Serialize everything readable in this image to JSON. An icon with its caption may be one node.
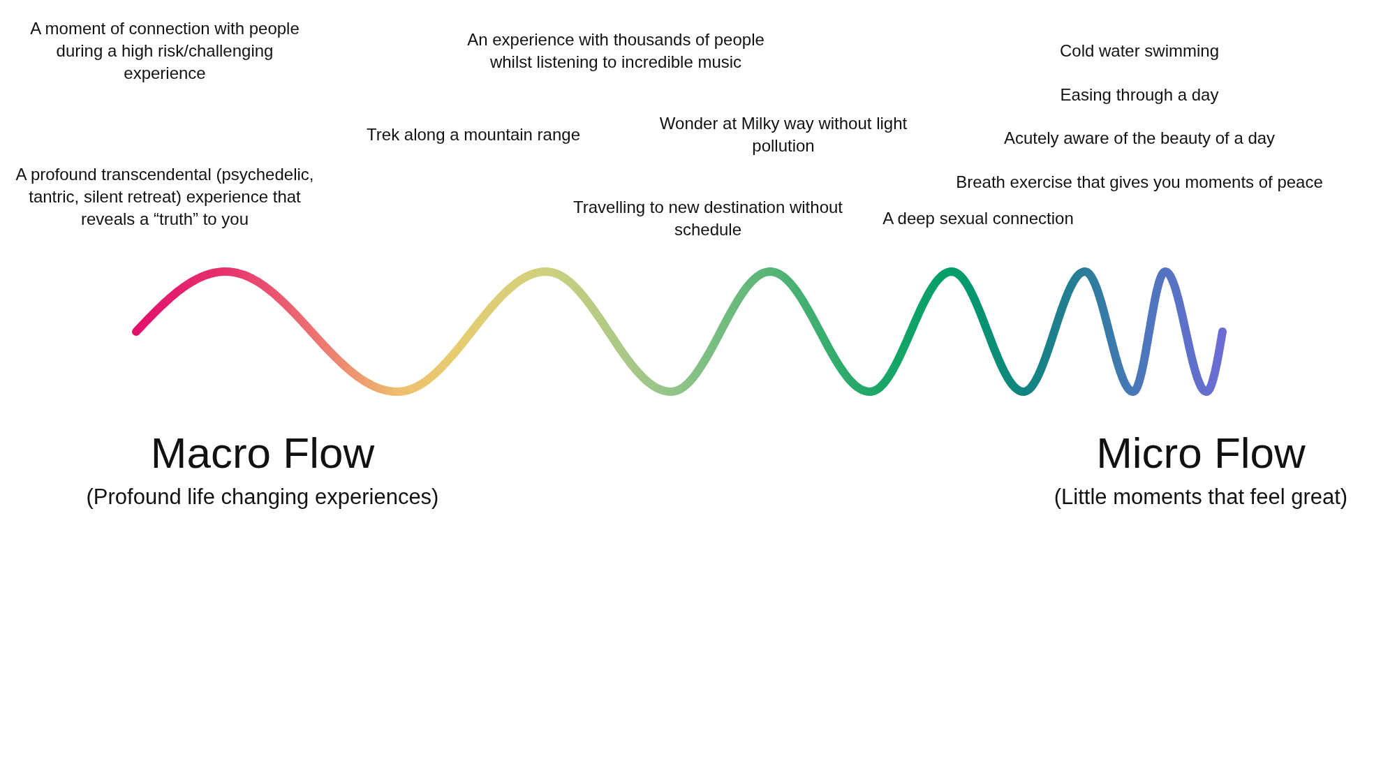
{
  "diagram": {
    "labels": [
      "A moment of connection with people during a high risk/challenging experience",
      "An experience with thousands of people whilst listening to incredible music",
      "Cold water swimming",
      "Easing through a day",
      "Wonder at Milky way without light pollution",
      "Trek along a mountain range",
      "Acutely aware of the beauty of a day",
      "A profound transcendental (psychedelic, tantric, silent retreat) experience that reveals a “truth” to you",
      "Breath exercise that gives you moments of peace",
      "A deep sexual connection",
      "Travelling to new destination without schedule",
      "Macro Flow",
      "(Profound life changing experiences)",
      "Micro Flow",
      "(Little moments that feel great)"
    ]
  }
}
